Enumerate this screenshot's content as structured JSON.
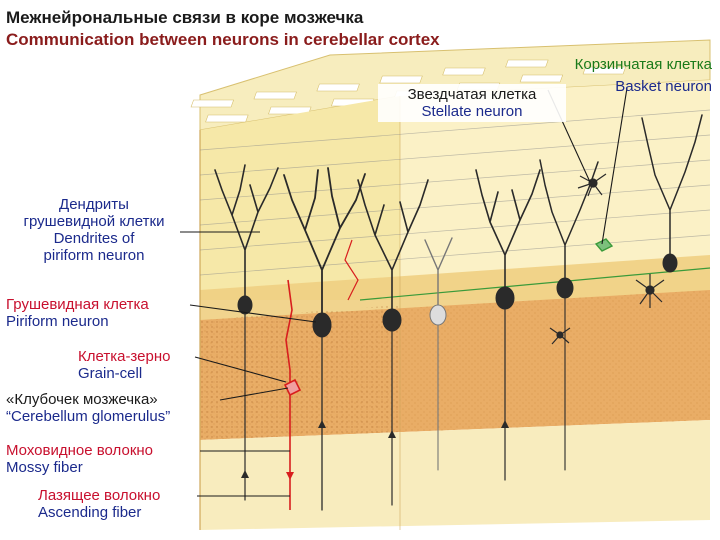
{
  "title": {
    "ru": "Межнейрональные связи в коре мозжечка",
    "en": "Communication between neurons in cerebellar cortex"
  },
  "labels": {
    "basket": {
      "ru": "Корзинчатая клетка",
      "en": "Basket neuron"
    },
    "stellate": {
      "ru": "Звездчатая клетка",
      "en": "Stellate neuron"
    },
    "dendrites": {
      "ru1": "Дендриты",
      "ru2": "грушевидной клетки",
      "en1": "Dendrites of",
      "en2": "piriform neuron"
    },
    "piriform": {
      "ru": "Грушевидная клетка",
      "en": "Piriform neuron"
    },
    "grain": {
      "ru": "Клетка-зерно",
      "en": "Grain-cell"
    },
    "glomerulus": {
      "ru": "«Клубочек мозжечка»",
      "en": "“Cerebellum glomerulus”"
    },
    "mossy": {
      "ru": "Моховидное волокно",
      "en": "Mossy fiber"
    },
    "ascending": {
      "ru": "Лазящее волокно",
      "en": "Ascending fiber"
    }
  },
  "colors": {
    "molecular_layer": "#f6e8a8",
    "ganglionic_layer": "#f3d58a",
    "granular_layer": "#e8a860",
    "white_matter": "#f9eec0",
    "neuron_dark": "#2a2a2a",
    "red_fiber": "#d81e1e",
    "green_fiber": "#3a9a3a",
    "label_blue": "#1b2a8c",
    "label_red": "#c8102e"
  }
}
